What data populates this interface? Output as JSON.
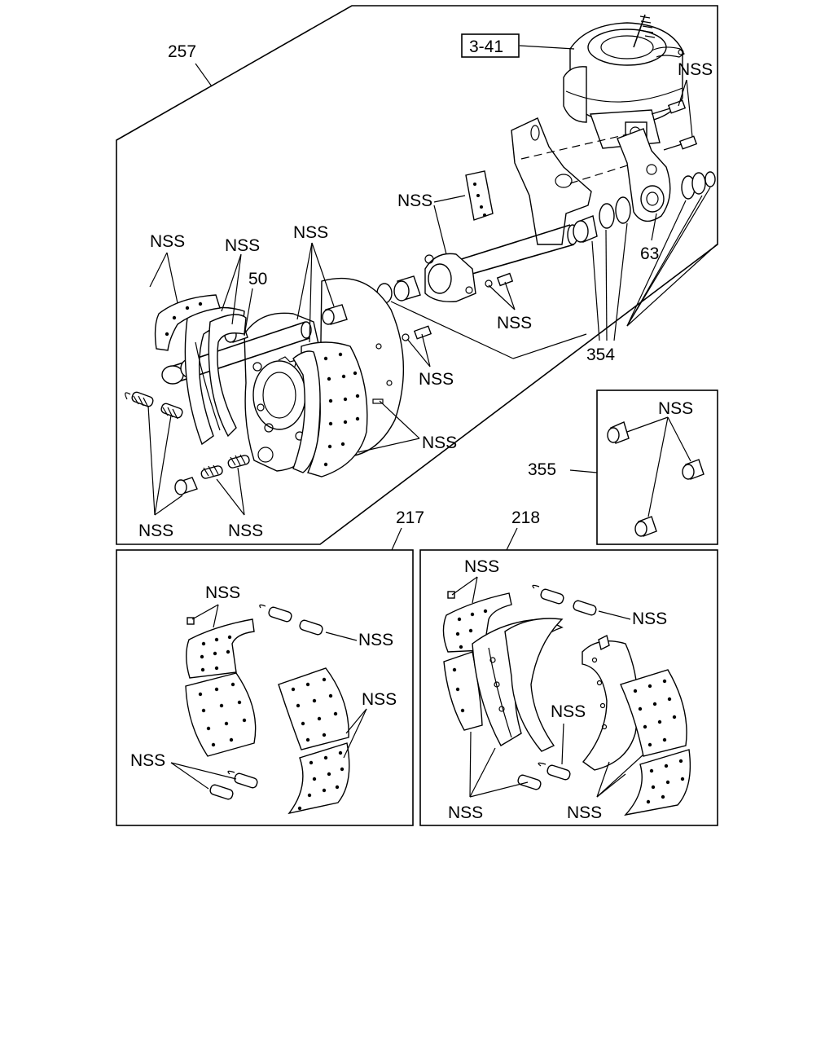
{
  "callouts": {
    "assy_257": "257",
    "ref_3_41": "3-41",
    "part_50": "50",
    "part_63": "63",
    "part_354": "354",
    "part_355": "355",
    "kit_217": "217",
    "kit_218": "218"
  },
  "nss_label": "NSS"
}
